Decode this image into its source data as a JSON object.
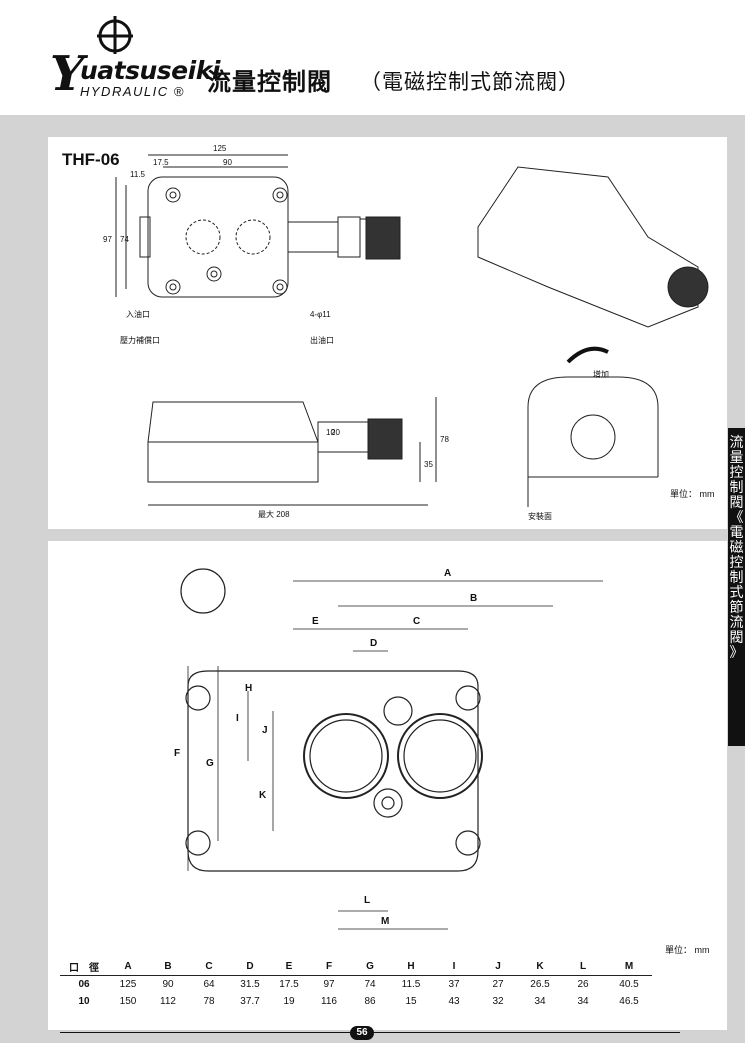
{
  "header": {
    "brand": "uatsuseiki",
    "brand_initial": "Y",
    "brand_sub": "HYDRAULIC ®",
    "title": "流量控制閥",
    "subtitle": "（電磁控制式節流閥）"
  },
  "sidebar": {
    "chars": [
      "流",
      "量",
      "控",
      "制",
      "閥",
      "《",
      "電",
      "磁",
      "控",
      "制",
      "式",
      "節",
      "流",
      "閥",
      "》"
    ]
  },
  "drawing1": {
    "model": "THF-06",
    "dims": {
      "d125": "125",
      "d17_5": "17.5",
      "d90": "90",
      "d11_5": "11.5",
      "d97": "97",
      "d74": "74",
      "d78": "78",
      "d35": "35",
      "max208": "最大 208"
    },
    "labels": {
      "inlet": "入油口",
      "pressure": "壓力補償口",
      "holes": "4-φ11",
      "outlet": "出油口",
      "increase": "增加",
      "mount": "安裝面",
      "scale_a": "20",
      "scale_b": "10"
    },
    "unit": "單位： mm"
  },
  "drawing2": {
    "labels": {
      "A": "A",
      "B": "B",
      "C": "C",
      "D": "D",
      "E": "E",
      "F": "F",
      "G": "G",
      "H": "H",
      "I": "I",
      "J": "J",
      "K": "K",
      "L": "L",
      "M": "M"
    },
    "unit": "單位： mm"
  },
  "table": {
    "headers": [
      "口　徑",
      "A",
      "B",
      "C",
      "D",
      "E",
      "F",
      "G",
      "H",
      "I",
      "J",
      "K",
      "L",
      "M"
    ],
    "rows": [
      [
        "06",
        "125",
        "90",
        "64",
        "31.5",
        "17.5",
        "97",
        "74",
        "11.5",
        "37",
        "27",
        "26.5",
        "26",
        "40.5"
      ],
      [
        "10",
        "150",
        "112",
        "78",
        "37.7",
        "19",
        "116",
        "86",
        "15",
        "43",
        "32",
        "34",
        "34",
        "46.5"
      ]
    ]
  },
  "page_number": "56"
}
